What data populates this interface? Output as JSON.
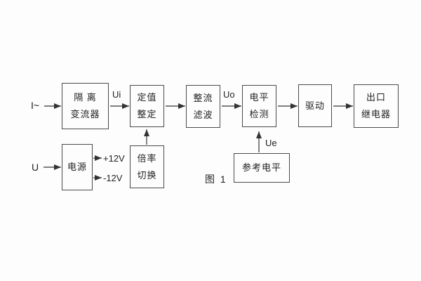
{
  "figure": {
    "caption": "图 1",
    "boxes": {
      "isolation_transformer": {
        "line1": "隔 离",
        "line2": "变流器"
      },
      "setting_adjust": {
        "line1": "定值",
        "line2": "整定"
      },
      "rectifier_filter": {
        "line1": "整流",
        "line2": "滤波"
      },
      "level_detect": {
        "line1": "电平",
        "line2": "检测"
      },
      "driver": {
        "line1": "驱动"
      },
      "output_relay": {
        "line1": "出口",
        "line2": "继电器"
      },
      "power_supply": {
        "line1": "电源"
      },
      "ratio_switch": {
        "line1": "倍率",
        "line2": "切换"
      },
      "reference_level": {
        "line1": "参考电平"
      }
    },
    "labels": {
      "input_current": "I~",
      "ui": "Ui",
      "uo": "Uo",
      "ue": "Ue",
      "input_voltage": "U",
      "plus_12v": "+12V",
      "minus_12v": "-12V"
    },
    "colors": {
      "line": "#333333",
      "text": "#222222",
      "background": "#fdfdfd"
    }
  }
}
